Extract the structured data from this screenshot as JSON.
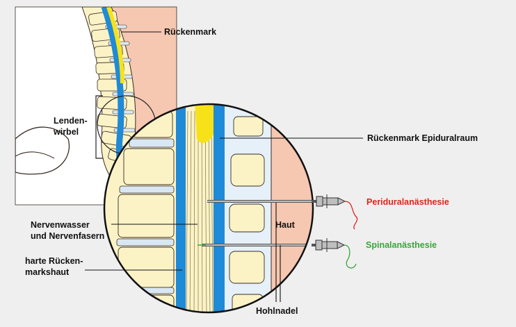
{
  "labels": {
    "rueckenmark": "Rückenmark",
    "lendenwirbel": "Lenden-\nwirbel",
    "epiduralraum": "Rückenmark Epiduralraum",
    "periduralanaesthesie": "Periduralanästhesie",
    "haut": "Haut",
    "spinalanaesthesie": "Spinalanästhesie",
    "nervenwasser": "Nervenwasser\nund Nervenfasern",
    "rueckenmarkshaut": "harte Rücken-\nmarkshaut",
    "hohlnadel": "Hohlnadel"
  },
  "colors": {
    "background": "#efefef",
    "skin": "#f6c7b1",
    "skin_outline": "#3a2a24",
    "vertebra": "#fbf3c6",
    "disc": "#d9e7f3",
    "spinal_cord": "#f7e21a",
    "csf_blue": "#1f8ad7",
    "epidural_pale": "#e5f0f8",
    "peridural_red": "#e2231a",
    "spinal_green": "#3aa53a",
    "needle_grey": "#bfbfbf"
  }
}
